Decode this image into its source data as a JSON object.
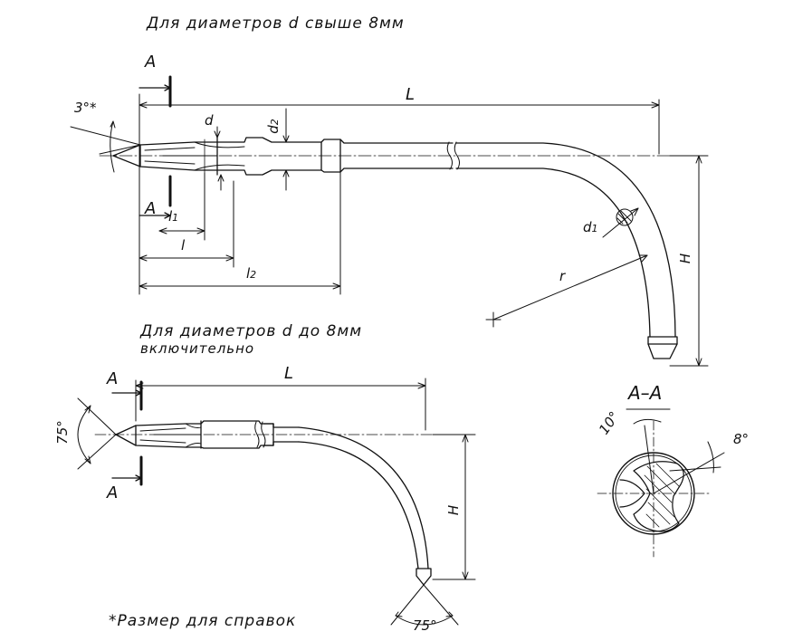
{
  "titles": {
    "large": "Для диаметров d свыше 8мм",
    "small_line1": "Для диаметров d до 8мм",
    "small_line2": "включительно"
  },
  "footnote": "*Размер для справок",
  "top_view": {
    "section_mark": "A",
    "length": "L",
    "taper_angle": "3°*",
    "diameter": "d",
    "diameter2": "d",
    "diameter2_sub": "2",
    "diameter1": "d",
    "diameter1_sub": "1",
    "l1": "l",
    "l1_sub": "1",
    "l": "l",
    "l2": "l",
    "l2_sub": "2",
    "radius": "r",
    "height": "H"
  },
  "bottom_view": {
    "section_mark": "A",
    "length": "L",
    "point_angle": "75°",
    "tip_angle": "75°",
    "height": "H"
  },
  "section": {
    "title": "A–A",
    "angle_a": "10°",
    "angle_b": "8°"
  }
}
